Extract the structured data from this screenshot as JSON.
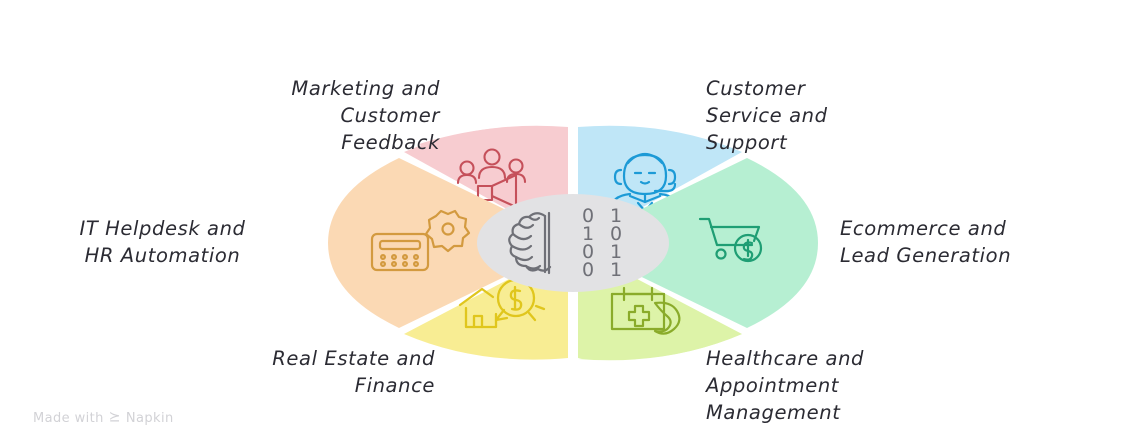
{
  "diagram": {
    "type": "segmented-wheel",
    "center_hub": {
      "icon": "ai-brain-binary-icon",
      "binary_column_1": "0100",
      "binary_column_2": "1011",
      "fill_color": "#e2e2e4"
    },
    "segments": [
      {
        "id": "marketing",
        "label": "Marketing and\nCustomer\nFeedback",
        "fill_color": "#f7ccd0",
        "icon_color": "#c5505a",
        "icon": "megaphone-audience-icon",
        "start_angle": -90,
        "end_angle": -30
      },
      {
        "id": "support",
        "label": "Customer\nService and\nSupport",
        "fill_color": "#bfe6f7",
        "icon_color": "#1c9ad6",
        "icon": "support-agent-headset-icon",
        "start_angle": -90,
        "end_angle": -30
      },
      {
        "id": "ecommerce",
        "label": "Ecommerce and\nLead Generation",
        "fill_color": "#b6efd2",
        "icon_color": "#1f9e74",
        "icon": "shopping-cart-dollar-icon",
        "start_angle": -30,
        "end_angle": 30
      },
      {
        "id": "healthcare",
        "label": "Healthcare and\nAppointment\nManagement",
        "fill_color": "#ddf3a8",
        "icon_color": "#8aab2a",
        "icon": "medical-calendar-phone-icon",
        "start_angle": 30,
        "end_angle": 90
      },
      {
        "id": "realestate",
        "label": "Real Estate and\nFinance",
        "fill_color": "#f8ed93",
        "icon_color": "#e0c61d",
        "icon": "house-dollar-bubble-icon",
        "start_angle": 90,
        "end_angle": 150
      },
      {
        "id": "ithelpdesk",
        "label": "IT Helpdesk and\nHR Automation",
        "fill_color": "#fbd9b4",
        "icon_color": "#d39a3f",
        "icon": "keypad-gear-icon",
        "start_angle": 150,
        "end_angle": 210
      }
    ]
  },
  "watermark": {
    "prefix": "Made with",
    "mark": "⪰",
    "brand": "Napkin"
  }
}
